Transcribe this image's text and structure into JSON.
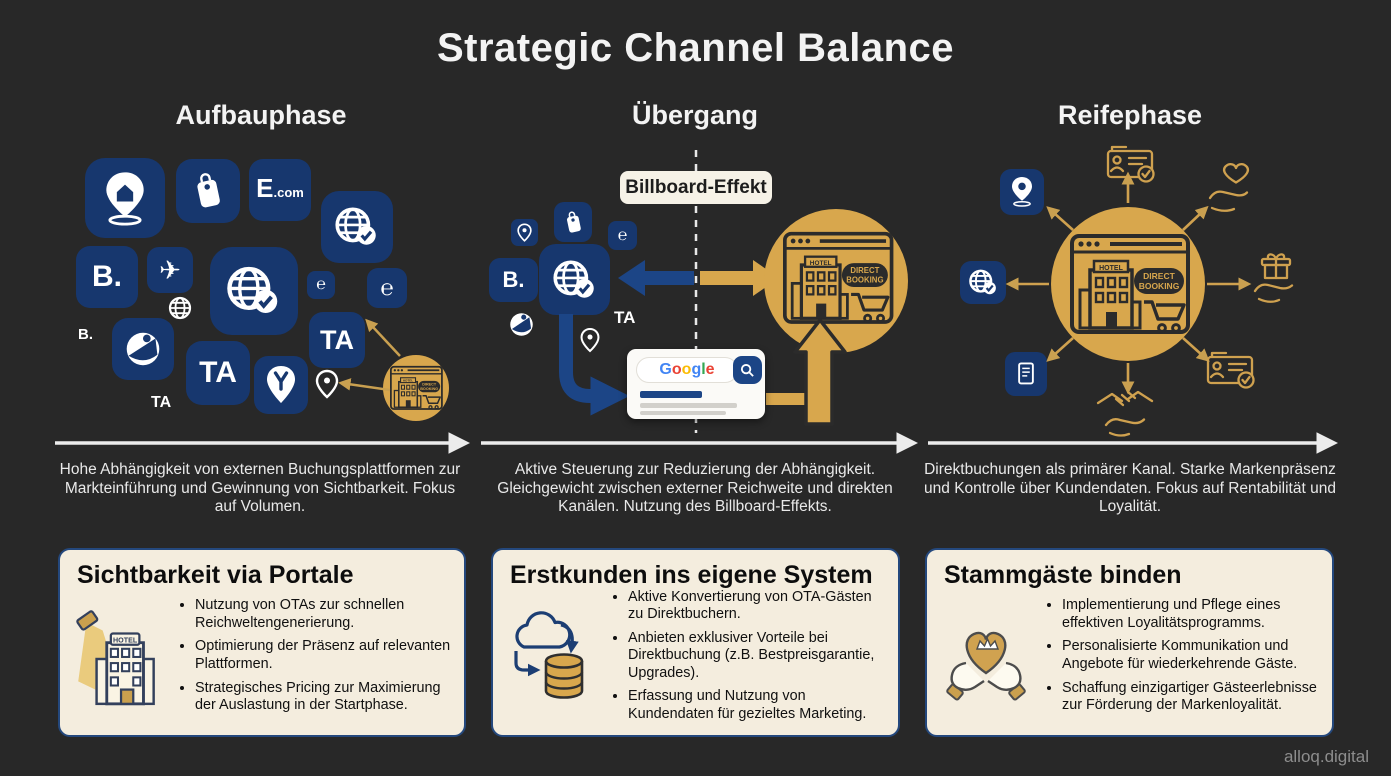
{
  "title": "Strategic Channel Balance",
  "watermark": "alloq.digital",
  "phases": [
    {
      "header": "Aufbauphase",
      "description": "Hohe Abhängigkeit von externen Buchungsplattformen zur Markteinführung und Gewinnung von Sichtbarkeit. Fokus auf Volumen.",
      "icons": [
        "location-pin-icon",
        "price-tag-icon",
        "ecom-logo",
        "globe-check-icon",
        "booking-b-logo",
        "plane-icon",
        "globe-icon",
        "e-mark-icon",
        "tripadvisor-ta-logo",
        "compass-travel-logo",
        "yelp-pin-icon",
        "direct-booking-site-icon",
        "gold-arrow-icons"
      ]
    },
    {
      "header": "Übergang",
      "badge": "Billboard-Effekt",
      "description": "Aktive Steuerung zur Reduzierung der Abhängigkeit. Gleichgewicht zwischen externer Reichweite und direkten Kanälen. Nutzung des Billboard-Effekts.",
      "icons": [
        "ota-cluster-icons",
        "blue-left-arrow",
        "gold-right-arrow",
        "direct-booking-site-icon",
        "google-search-card",
        "dashed-divider"
      ]
    },
    {
      "header": "Reifephase",
      "description": "Direktbuchungen als primärer Kanal. Starke Markenpräsenz und Kontrolle über Kundendaten. Fokus auf Rentabilität und Loyalität.",
      "icons": [
        "direct-booking-site-icon",
        "id-card-check-icon",
        "hand-heart-icon",
        "gift-hand-icon",
        "card-check-icon",
        "handshake-icon",
        "document-tile-icon",
        "globe-check-icon",
        "location-pin-icon",
        "radial-arrows"
      ]
    }
  ],
  "logos": {
    "b": "B.",
    "ta": "TA",
    "ecom_e": "E",
    "ecom_suffix": ".com",
    "e_mark": "℮"
  },
  "icon_glyphs": {
    "plane": "✈"
  },
  "direct_booking": {
    "sign": "HOTEL",
    "badge_line1": "DIRECT",
    "badge_line2": "BOOKING"
  },
  "google": {
    "letters": [
      "G",
      "o",
      "o",
      "g",
      "l",
      "e"
    ],
    "letter_colors": [
      "#4285F4",
      "#EA4335",
      "#FBBC05",
      "#4285F4",
      "#34A853",
      "#EA4335"
    ]
  },
  "cards": [
    {
      "title": "Sichtbarkeit via Portale",
      "icon": "hotel-spotlight-icon",
      "bullets": [
        "Nutzung von OTAs zur schnellen Reichweltengenerierung.",
        "Optimierung der Präsenz auf relevanten Plattformen.",
        "Strategisches Pricing zur Maximierung der Auslastung in der Startphase."
      ]
    },
    {
      "title": "Erstkunden ins eigene System",
      "icon": "cloud-database-icon",
      "bullets": [
        "Aktive Konvertierung von OTA-Gästen zu Direktbuchern.",
        "Anbieten exklusiver Vorteile bei Direktbuchung (z.B. Bestpreisgarantie, Upgrades).",
        "Erfassung und Nutzung von Kundendaten für gezieltes Marketing."
      ]
    },
    {
      "title": "Stammgäste binden",
      "icon": "hands-heart-icon",
      "bullets": [
        "Implementierung und Pflege eines effektiven Loyalitätsprogramms.",
        "Personalisierte Kommunikation und Angebote für wiederkehrende Gäste.",
        "Schaffung einzigartiger Gästeerlebnisse zur Förderung der Markenloyalität."
      ]
    }
  ],
  "colors": {
    "background": "#282828",
    "tile_blue": "#17376e",
    "arrow_blue": "#1c4586",
    "gold": "#d8a74d",
    "gold_line": "#c9a050",
    "card_bg": "#f4edde",
    "card_border": "#24487d",
    "text_light": "#e9e9e9",
    "text_dark": "#101010"
  }
}
